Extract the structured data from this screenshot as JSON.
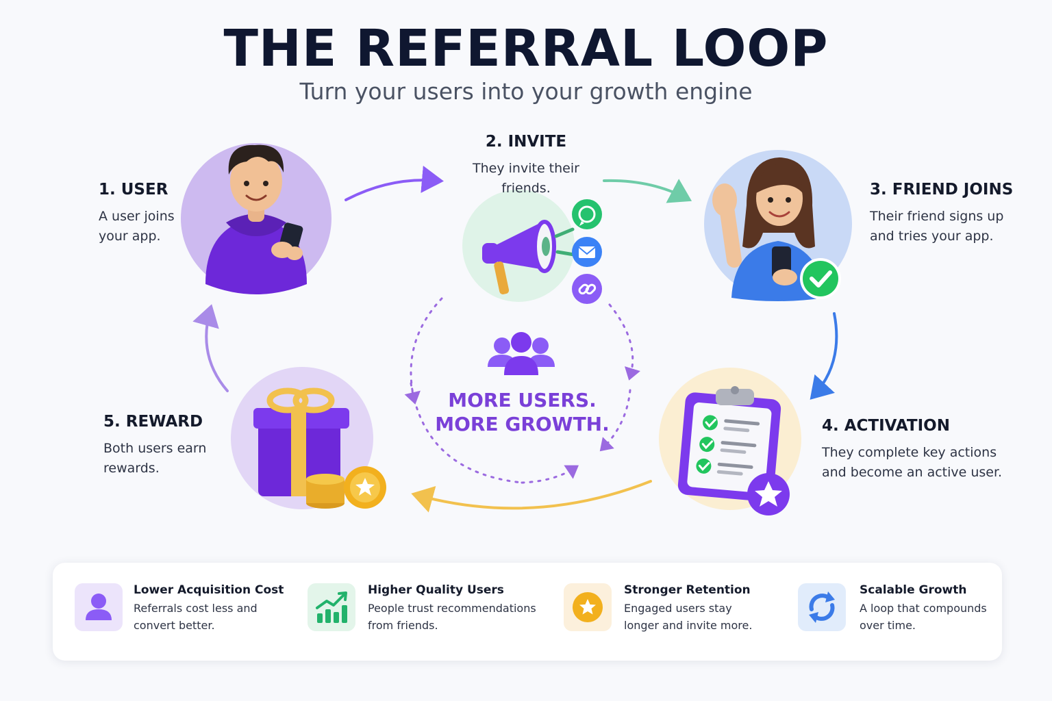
{
  "header": {
    "title": "THE REFERRAL LOOP",
    "subtitle": "Turn your users into your growth engine"
  },
  "steps": [
    {
      "title": "1. USER",
      "desc_lines": [
        "A user joins",
        "your app."
      ]
    },
    {
      "title": "2. INVITE",
      "desc_lines": [
        "They invite their",
        "friends."
      ]
    },
    {
      "title": "3. FRIEND JOINS",
      "desc_lines": [
        "Their friend signs up",
        "and tries your app."
      ]
    },
    {
      "title": "4. ACTIVATION",
      "desc_lines": [
        "They complete key actions",
        "and become an active user."
      ]
    },
    {
      "title": "5. REWARD",
      "desc_lines": [
        "Both users earn",
        "rewards."
      ]
    }
  ],
  "center": {
    "line1": "MORE USERS.",
    "line2": "MORE GROWTH.",
    "icon": "users-group-icon"
  },
  "invite_channels": [
    "whatsapp-icon",
    "email-icon",
    "link-icon"
  ],
  "benefits": [
    {
      "title": "Lower Acquisition Cost",
      "desc_lines": [
        "Referrals cost less and",
        "convert better."
      ],
      "icon": "user-icon",
      "color": "#8b5cf6"
    },
    {
      "title": "Higher Quality Users",
      "desc_lines": [
        "People trust recommendations",
        "from friends."
      ],
      "icon": "growth-chart-icon",
      "color": "#22b26b"
    },
    {
      "title": "Stronger Retention",
      "desc_lines": [
        "Engaged users stay",
        "longer and invite more."
      ],
      "icon": "star-badge-icon",
      "color": "#f2b01e"
    },
    {
      "title": "Scalable Growth",
      "desc_lines": [
        "A loop that compounds",
        "over time."
      ],
      "icon": "refresh-loop-icon",
      "color": "#3b7be8"
    }
  ],
  "colors": {
    "purple": "#7c3aed",
    "green": "#22c55e",
    "blue": "#3b82f6",
    "gold": "#f5c04a"
  }
}
